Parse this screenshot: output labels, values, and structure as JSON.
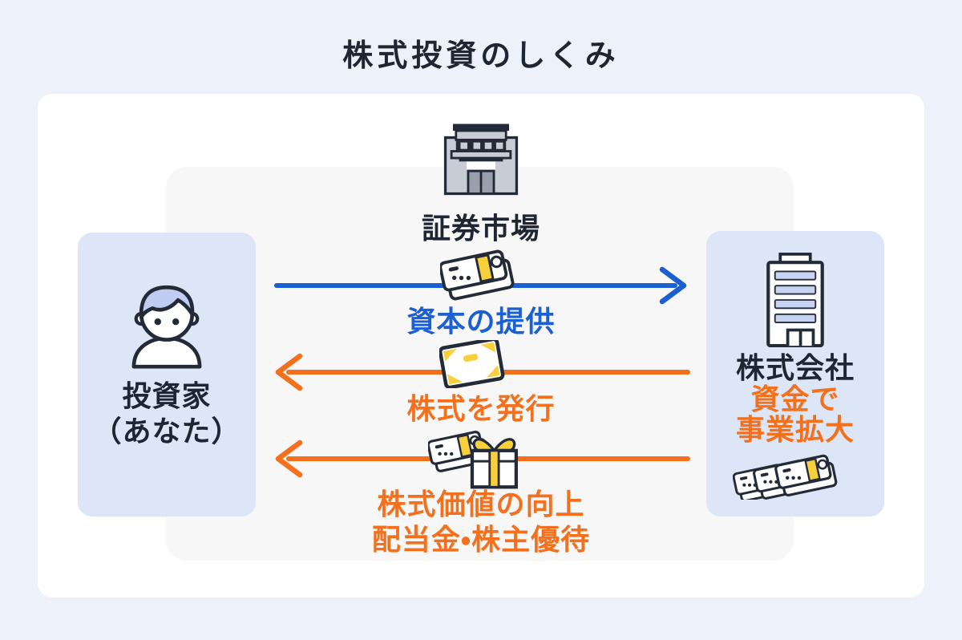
{
  "page": {
    "title": "株式投資のしくみ",
    "background": "#edf1f9"
  },
  "diagram": {
    "market": {
      "label": "証券市場",
      "icon": "exchange-building-icon"
    },
    "investor": {
      "label_line1": "投資家",
      "label_line2": "（あなた）",
      "icon": "person-icon"
    },
    "company": {
      "label": "株式会社",
      "benefit_line1": "資金で",
      "benefit_line2": "事業拡大",
      "icon": "office-building-icon",
      "money_icon": "money-stacks-icon"
    },
    "flows": [
      {
        "label": "資本の提供",
        "direction": "right",
        "from": "投資家",
        "to": "株式会社",
        "color": "#1c5fd2",
        "icon": "money-bundle-icon"
      },
      {
        "label": "株式を発行",
        "direction": "left",
        "from": "株式会社",
        "to": "投資家",
        "color": "#f4701d",
        "icon": "stock-certificate-icon"
      },
      {
        "label_line1": "株式価値の向上",
        "label_line2": "配当金・株主優待",
        "direction": "left",
        "from": "株式会社",
        "to": "投資家",
        "color": "#f4701d",
        "icon": "money-and-gift-icon"
      }
    ]
  },
  "colors": {
    "accent_blue": "#1c5fd2",
    "accent_orange": "#f4701d",
    "ink": "#1e2633",
    "panel_gray": "#f7f7f8",
    "entity_blue": "#dce6f6",
    "highlight_yellow": "#f8d03c",
    "building_gray": "#c8ccd4"
  }
}
